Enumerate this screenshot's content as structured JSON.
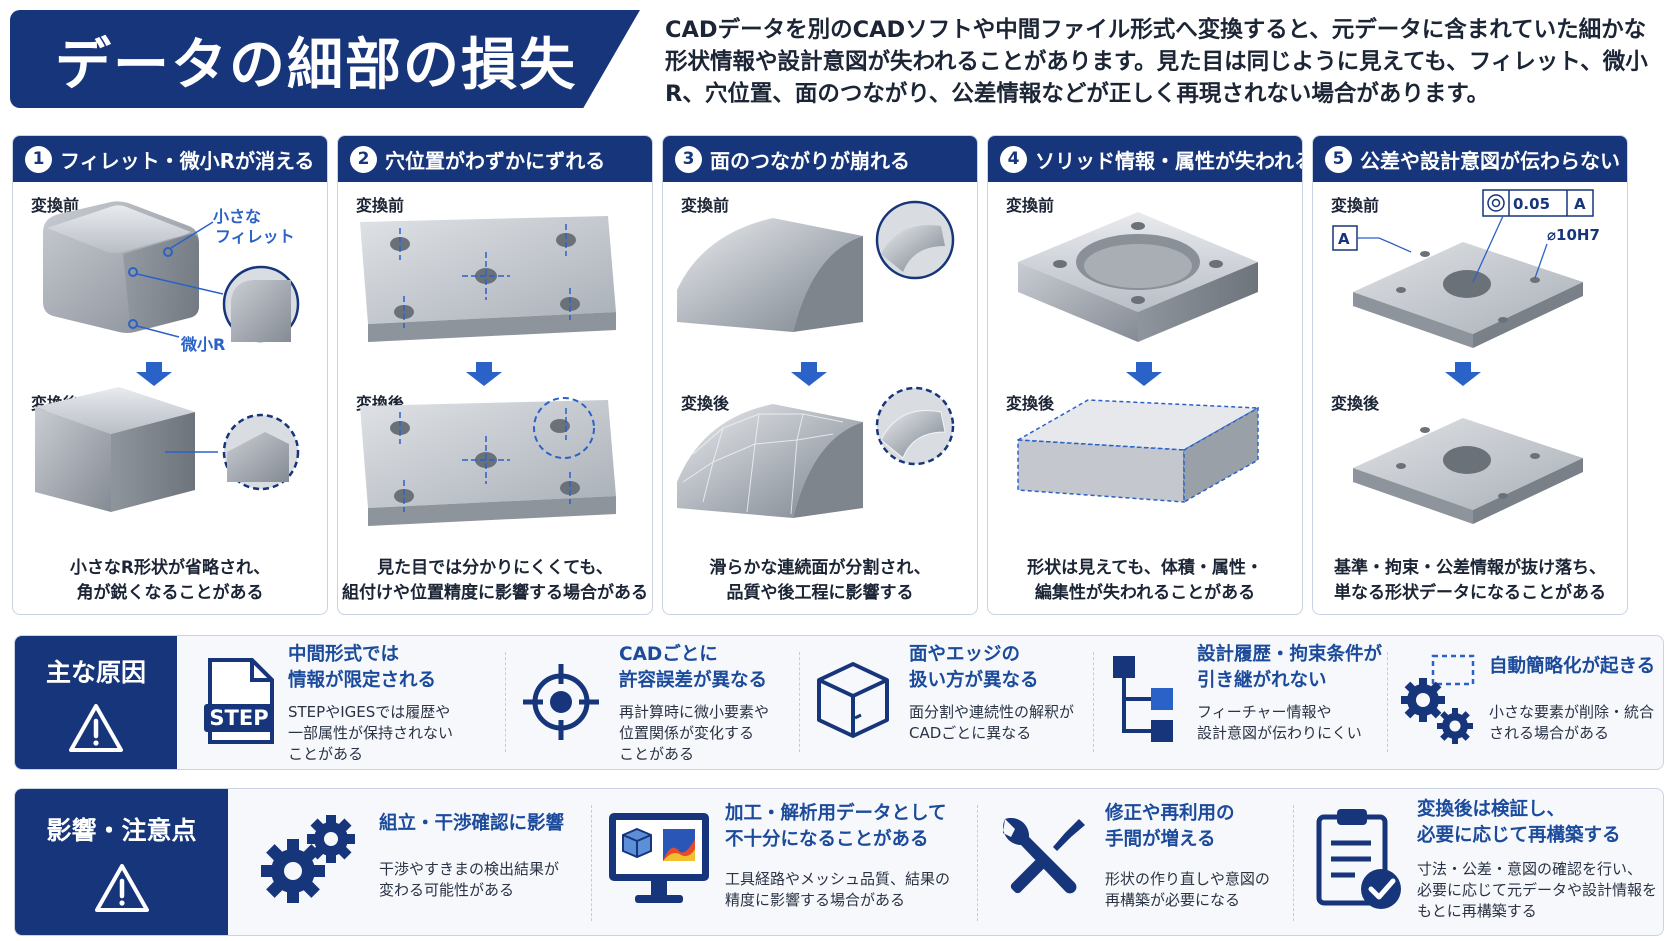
{
  "title": "データの細部の損失",
  "intro": "CADデータを別のCADソフトや中間ファイル形式へ変換すると、元データに含まれていた細かな形状情報や設計意図が失われることがあります。見た目は同じように見えても、フィレット、微小R、穴位置、面のつながり、公差情報などが正しく再現されない場合があります。",
  "labels": {
    "before": "変換前",
    "after": "変換後"
  },
  "panels": [
    {
      "num": "1",
      "title": "フィレット・微小Rが消える",
      "callout_fillet": "小さな\nフィレット",
      "callout_r": "微小R",
      "caption": "小さなR形状が省略され、\n角が鋭くなることがある"
    },
    {
      "num": "2",
      "title": "穴位置がわずかにずれる",
      "caption": "見た目では分かりにくくても、\n組付けや位置精度に影響する場合がある"
    },
    {
      "num": "3",
      "title": "面のつながりが崩れる",
      "caption": "滑らかな連続面が分割され、\n品質や後工程に影響する"
    },
    {
      "num": "4",
      "title": "ソリッド情報・属性が失われる",
      "caption": "形状は見えても、体積・属性・\n編集性が失われることがある"
    },
    {
      "num": "5",
      "title": "公差や設計意図が伝わらない",
      "gdt_value": "0.05",
      "datum": "A",
      "dim": "⌀10H7",
      "caption": "基準・拘束・公差情報が抜け落ち、\n単なる形状データになることがある"
    }
  ],
  "causes": {
    "heading": "主な原因",
    "items": [
      {
        "title": "中間形式では\n情報が限定される",
        "icon_text": "STEP",
        "desc": "STEPやIGESでは履歴や\n一部属性が保持されない\nことがある"
      },
      {
        "title": "CADごとに\n許容誤差が異なる",
        "desc": "再計算時に微小要素や\n位置関係が変化する\nことがある"
      },
      {
        "title": "面やエッジの\n扱い方が異なる",
        "desc": "面分割や連続性の解釈が\nCADごとに異なる"
      },
      {
        "title": "設計履歴・拘束条件が\n引き継がれない",
        "desc": "フィーチャー情報や\n設計意図が伝わりにくい"
      },
      {
        "title": "自動簡略化が起きる",
        "desc": "小さな要素が削除・統合\nされる場合がある"
      }
    ]
  },
  "effects": {
    "heading": "影響・注意点",
    "items": [
      {
        "title": "組立・干渉確認に影響",
        "desc": "干渉やすきまの検出結果が\n変わる可能性がある"
      },
      {
        "title": "加工・解析用データとして\n不十分になることがある",
        "desc": "工具経路やメッシュ品質、結果の\n精度に影響する場合がある"
      },
      {
        "title": "修正や再利用の\n手間が増える",
        "desc": "形状の作り直しや意図の\n再構築が必要になる"
      },
      {
        "title": "変換後は検証し、\n必要に応じて再構築する",
        "desc": "寸法・公差・意図の確認を行い、\n必要に応じて元データや設計情報を\nもとに再構築する"
      }
    ]
  },
  "colors": {
    "navy": "#16357a",
    "accent": "#2b62c8",
    "gray_metal": "#9aa1aa"
  }
}
